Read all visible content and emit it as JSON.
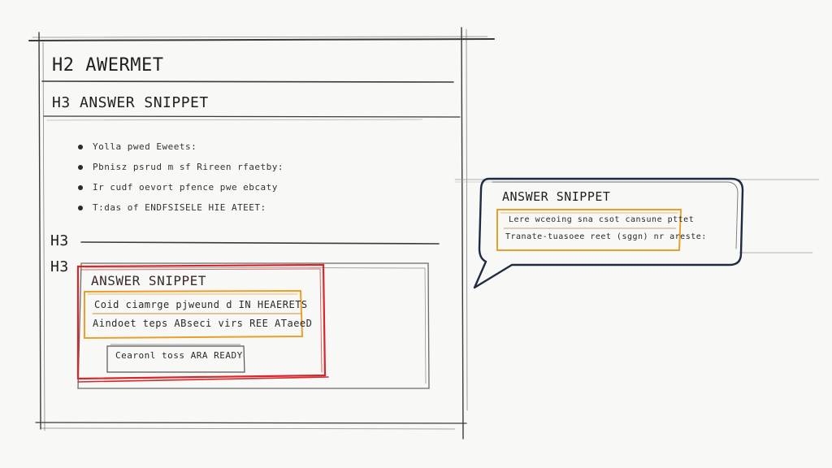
{
  "headings": {
    "h2": "H2 AWERMET",
    "h3_first": "H3 ANSWER SNIPPET",
    "h3_second": "H3",
    "h3_third": "H3"
  },
  "bullets": [
    "Yolla pwed Eweets:",
    "Pbnisz psrud m sf Rireen rfaetby:",
    "Ir cudf oevort pfence pwe ebcaty",
    "T:das of ENDFSISELE HIE ATEET:"
  ],
  "snippet_card": {
    "title": "ANSWER SNIPPET",
    "line1": "Coid ciamrge pjweund d IN HEAERETS",
    "line2": "Aindoet teps ABseci virs REE ATaeeD",
    "status": "Cearonl toss ARA READY"
  },
  "speech_bubble": {
    "title": "ANSWER SNIPPET",
    "line1": "Lere wceoing sna csot cansune pttet",
    "line2": "Tranate-tuasoee reet (sggn) nr areste:"
  },
  "colors": {
    "pencil": "#3a3a3a",
    "snippet_border": "#d8262a",
    "snippet_highlight": "#e8a02a",
    "bubble_border": "#1f2a44"
  }
}
